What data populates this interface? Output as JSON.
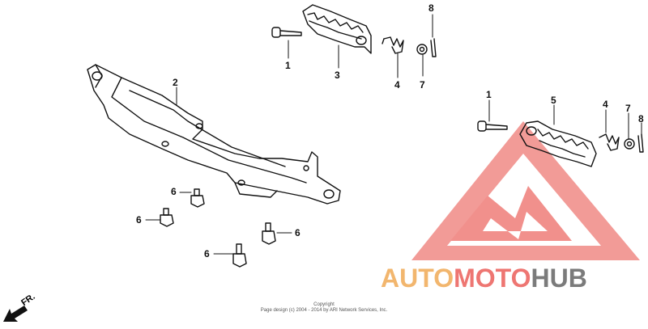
{
  "callouts": {
    "c1a": "1",
    "c1b": "1",
    "c2": "2",
    "c3": "3",
    "c4a": "4",
    "c4b": "4",
    "c5": "5",
    "c6a": "6",
    "c6b": "6",
    "c6c": "6",
    "c6d": "6",
    "c7a": "7",
    "c7b": "7",
    "c8a": "8",
    "c8b": "8"
  },
  "direction": {
    "label": "FR."
  },
  "copyright": {
    "line1": "Copyright",
    "line2": "Page design (c) 2004 - 2014 by ARI Network Services, Inc."
  },
  "watermark": {
    "part1": "AUTO",
    "part2": "MOTO",
    "part3": "HUB",
    "color_orange": "#f2b66e",
    "color_red": "#ee7672",
    "color_gray": "#7b7b7b"
  }
}
